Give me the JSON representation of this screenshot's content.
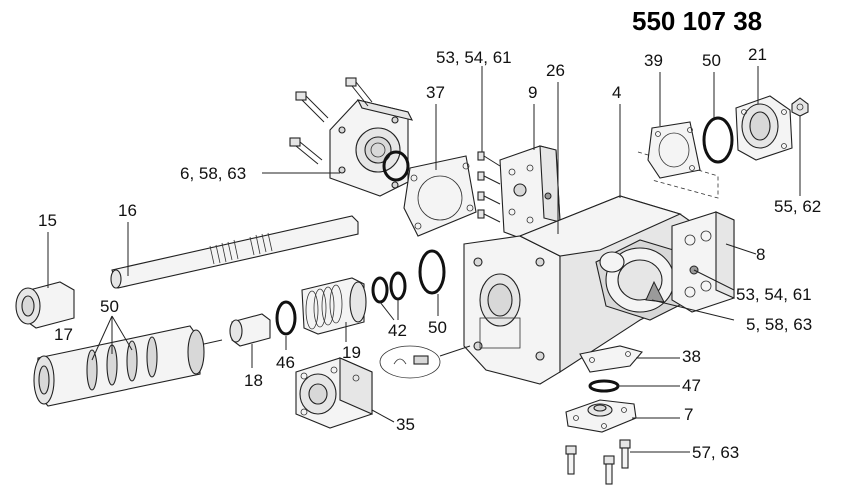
{
  "title": "550 107 38",
  "callouts": {
    "c_6_58_63": "6, 58, 63",
    "c_37": "37",
    "c_53_54_61_top": "53, 54, 61",
    "c_9": "9",
    "c_26": "26",
    "c_4": "4",
    "c_39": "39",
    "c_50_top": "50",
    "c_21": "21",
    "c_55_62": "55, 62",
    "c_8": "8",
    "c_53_54_61_right": "53, 54, 61",
    "c_5_58_63": "5, 58, 63",
    "c_15": "15",
    "c_16": "16",
    "c_50_left": "50",
    "c_17": "17",
    "c_18": "18",
    "c_46": "46",
    "c_19": "19",
    "c_42": "42",
    "c_50_mid": "50",
    "c_38": "38",
    "c_47": "47",
    "c_7": "7",
    "c_35": "35",
    "c_57_63": "57, 63"
  }
}
